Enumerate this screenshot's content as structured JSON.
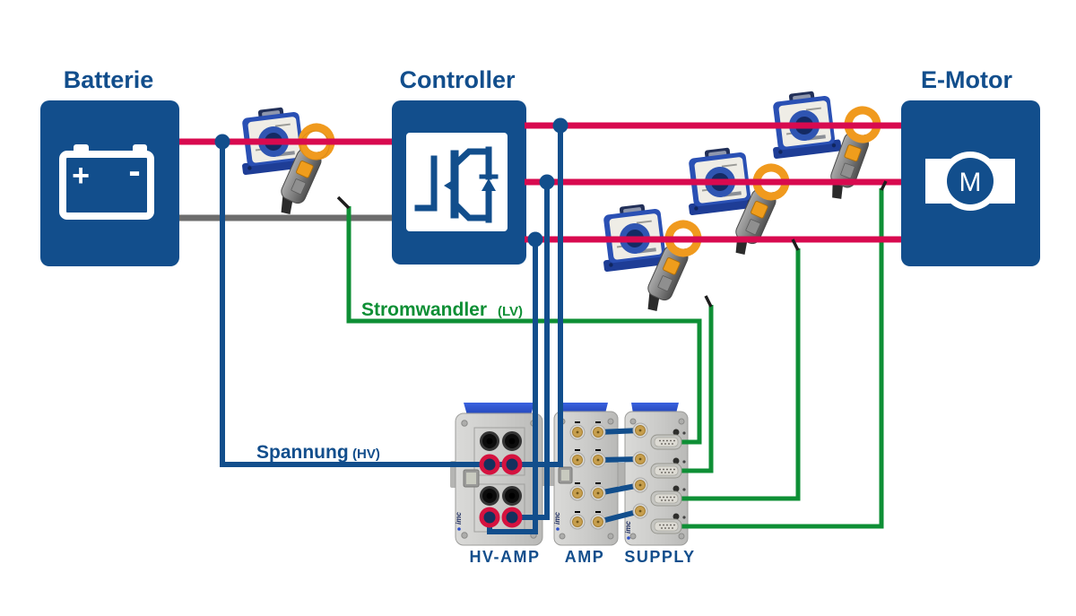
{
  "diagram": {
    "battery_title": "Batterie",
    "controller_title": "Controller",
    "motor_title": "E-Motor",
    "motor_letter": "M",
    "battery_plus": "+",
    "battery_minus": "-",
    "current_label": "Stromwandler",
    "current_label_suffix": "(LV)",
    "voltage_label": "Spannung",
    "voltage_label_suffix": "(HV)",
    "modules": {
      "hv_amp_label": "HV-AMP",
      "amp_label": "AMP",
      "supply_label": "SUPPLY",
      "brand": "imc"
    }
  },
  "colors": {
    "block_blue": "#124e8c",
    "wire_blue": "#124e8c",
    "line_red": "#d80a4f",
    "line_green": "#0e8f35",
    "line_gray": "#6d6d6d",
    "band_blue": "#2d50c8",
    "transducer_blue": "#2a50b4",
    "clamp_orange": "#f09a1e",
    "label_green": "#0e8f35",
    "label_blue": "#124e8c"
  }
}
